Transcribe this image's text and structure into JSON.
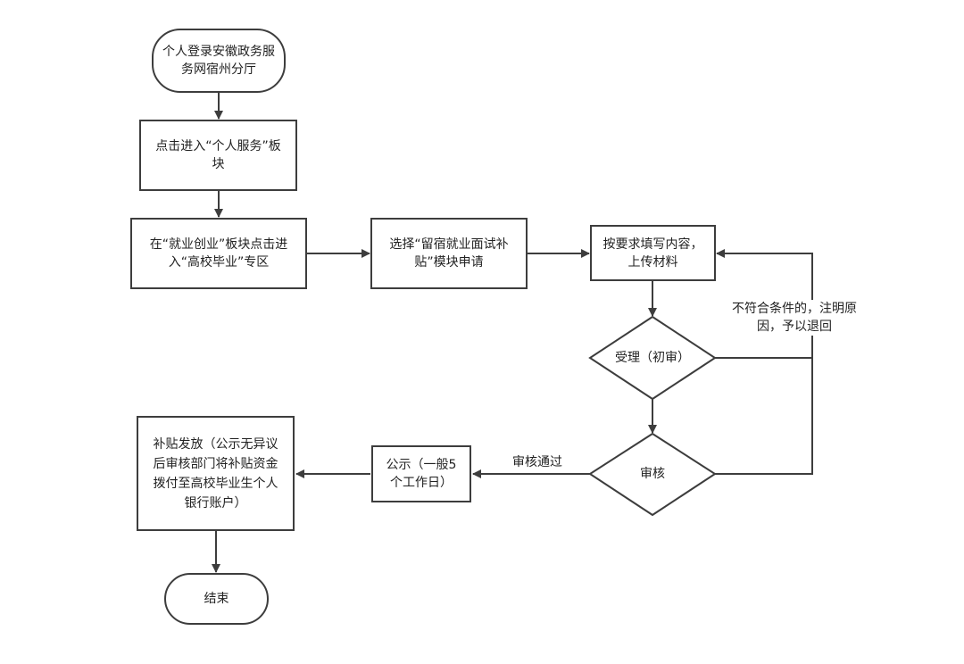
{
  "nodes": {
    "start": "个人登录安徽政务服务网宿州分厅",
    "personal_service": "点击进入“个人服务”板块",
    "employment": "在“就业创业”板块点击进入“高校毕业”专区",
    "select_module": "选择“留宿就业面试补贴”模块申请",
    "fill_form": "按要求填写内容，上传材料",
    "accept": "受理（初审）",
    "review": "审核",
    "publicize": "公示（一般5个工作日）",
    "disburse": "补贴发放（公示无异议后审核部门将补贴资金拨付至高校毕业生个人银行账户）",
    "end": "结束"
  },
  "edge_labels": {
    "passed": "审核通过",
    "rejected": "不符合条件的，注明原因，予以退回"
  },
  "colors": {
    "line": "#3d3d3d",
    "background": "#ffffff"
  }
}
